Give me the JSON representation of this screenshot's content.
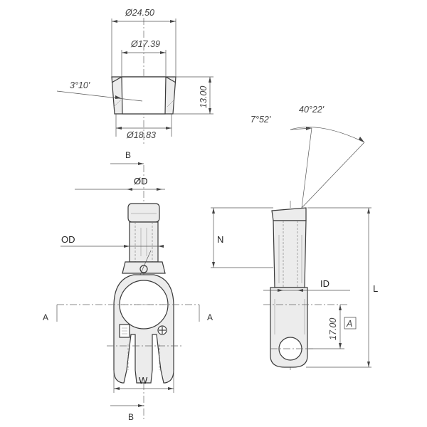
{
  "top_view": {
    "outer_diameter": "Ø24.50",
    "inner_top_diameter": "Ø17.39",
    "inner_bottom_diameter": "Ø18.83",
    "chamfer_angle": "3°10'",
    "height": "13.00"
  },
  "front_view": {
    "section_label": "B",
    "diameter_label": "ØD",
    "od_label": "OD",
    "section_a_label": "A",
    "width_label": "W"
  },
  "side_view": {
    "angle_small": "7°52'",
    "angle_large": "40°22'",
    "n_label": "N",
    "id_label": "ID",
    "length_label": "L",
    "offset_dim": "17.00",
    "datum_label": "A"
  },
  "colors": {
    "line": "#3a3a3a",
    "fill": "#ececec"
  }
}
